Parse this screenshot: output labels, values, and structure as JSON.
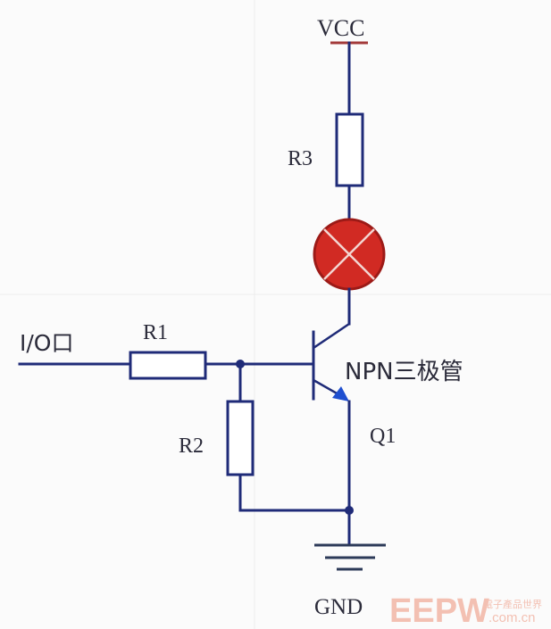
{
  "labels": {
    "vcc": "VCC",
    "r3": "R3",
    "r1": "R1",
    "r2": "R2",
    "io": "I/O口",
    "transistor": "NPN三极管",
    "q1": "Q1",
    "gnd": "GND"
  },
  "watermark": {
    "brand": "EEPW",
    "chinese": "電子產品世界",
    "domain": ".com.cn"
  },
  "colors": {
    "wire": "#1f2b78",
    "lamp_fill": "#d12a23",
    "lamp_stroke": "#9c1a17",
    "vcc_bar": "#a33a3a",
    "watermark": "#f2b6a6"
  }
}
